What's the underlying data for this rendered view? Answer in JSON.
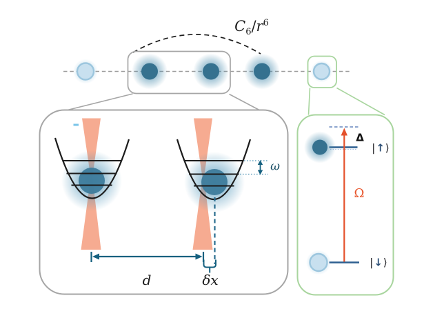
{
  "figure_title": "atom-array-tweezer-schematic",
  "colors": {
    "background": "#ffffff",
    "tweezer_orange": "#f5a68b",
    "teal": "#15607f",
    "teal_dash": "#2a6d8f",
    "teal_dotted": "#4f93b4",
    "atom_dark": "#35718f",
    "atom_well": "#3e7c9c",
    "atom_light_fill": "#c8e0ef",
    "atom_light_ring": "#9cc6de",
    "box_gray": "#a6a6a6",
    "box_green": "#a8d59e",
    "drive_orange": "#e4512c",
    "level_blue": "#2d5f90",
    "virtual_level_blue": "#8fa6cf",
    "level_dotted_blue": "#a8c0e0",
    "line_black": "#1c1c1c",
    "chain_dash_gray": "#9b9b9b",
    "cyan_mark": "#7ac4e8"
  },
  "labels": {
    "interaction": {
      "coef": "C",
      "coef_sub": "6",
      "slash": "/",
      "var": "r",
      "var_sup": "6"
    },
    "trap_frequency": "ω",
    "trap_distance": "d",
    "displacement": "δx",
    "detuning": "Δ",
    "rabi_frequency": "Ω",
    "ket_up": {
      "bar": "|",
      "arrow": "↑",
      "bracket": "⟩"
    },
    "ket_down": {
      "bar": "|",
      "arrow": "↓",
      "bracket": "⟩"
    }
  }
}
